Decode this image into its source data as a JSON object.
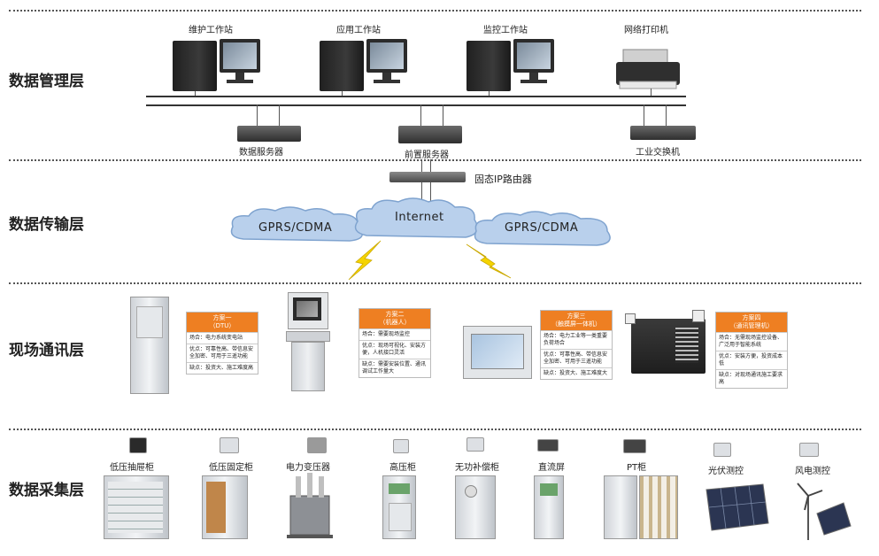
{
  "layers": {
    "management": "数据管理层",
    "transmission": "数据传输层",
    "field_comm": "现场通讯层",
    "acquisition": "数据采集层"
  },
  "management": {
    "maint_station": "维护工作站",
    "app_station": "应用工作站",
    "monitor_station": "监控工作站",
    "network_printer": "网络打印机",
    "data_server": "数据服务器",
    "front_server": "前置服务器",
    "industrial_switch": "工业交换机"
  },
  "transmission": {
    "router": "固态IP路由器",
    "internet": "Internet",
    "gprs_left": "GPRS/CDMA",
    "gprs_right": "GPRS/CDMA"
  },
  "schemes": [
    {
      "title": "方案一",
      "subtitle": "（DTU）",
      "rows": [
        "场合：电力系统变电站",
        "优点：可靠性高、带信息安全加密、可用于三遥功能",
        "缺点：投资大、施工难度高"
      ]
    },
    {
      "title": "方案二",
      "subtitle": "（机器人）",
      "rows": [
        "场合：需要现场监控",
        "优点：现场可视化、安装方便，人机接口灵活",
        "缺点：需要安装位置、通讯调试工作量大"
      ]
    },
    {
      "title": "方案三",
      "subtitle": "（触摸屏一体机）",
      "rows": [
        "场合：电力工业等一类重要负荷场合",
        "优点：可靠性高、带信息安全加密、可用于三遥功能",
        "缺点：投资大、施工难度大"
      ]
    },
    {
      "title": "方案四",
      "subtitle": "（通讯管理机）",
      "rows": [
        "场合：无需现场监控设备、广泛用于智能系统",
        "优点：安装方便，投资成本低",
        "缺点：对现场通讯施工要求高"
      ]
    }
  ],
  "acquisition": {
    "items": [
      "低压抽屉柜",
      "低压固定柜",
      "电力变压器",
      "高压柜",
      "无功补偿柜",
      "直流屏",
      "PT柜",
      "光伏测控",
      "风电测控"
    ]
  }
}
